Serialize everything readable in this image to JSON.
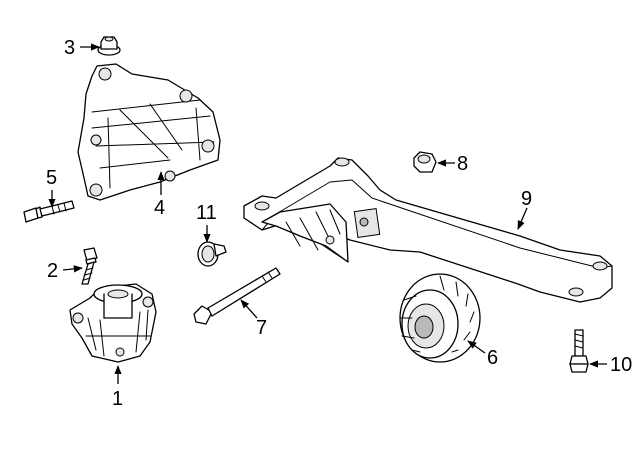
{
  "callouts": [
    {
      "id": "c1",
      "number": "1",
      "part": "mount"
    },
    {
      "id": "c2",
      "number": "2",
      "part": "bolt"
    },
    {
      "id": "c3",
      "number": "3",
      "part": "nut"
    },
    {
      "id": "c4",
      "number": "4",
      "part": "bracket"
    },
    {
      "id": "c5",
      "number": "5",
      "part": "bolt"
    },
    {
      "id": "c6",
      "number": "6",
      "part": "bushing"
    },
    {
      "id": "c7",
      "number": "7",
      "part": "long-bolt"
    },
    {
      "id": "c8",
      "number": "8",
      "part": "nut"
    },
    {
      "id": "c9",
      "number": "9",
      "part": "crossmember"
    },
    {
      "id": "c10",
      "number": "10",
      "part": "bolt"
    },
    {
      "id": "c11",
      "number": "11",
      "part": "stop"
    }
  ],
  "colors": {
    "line": "#000000",
    "background": "#ffffff"
  }
}
